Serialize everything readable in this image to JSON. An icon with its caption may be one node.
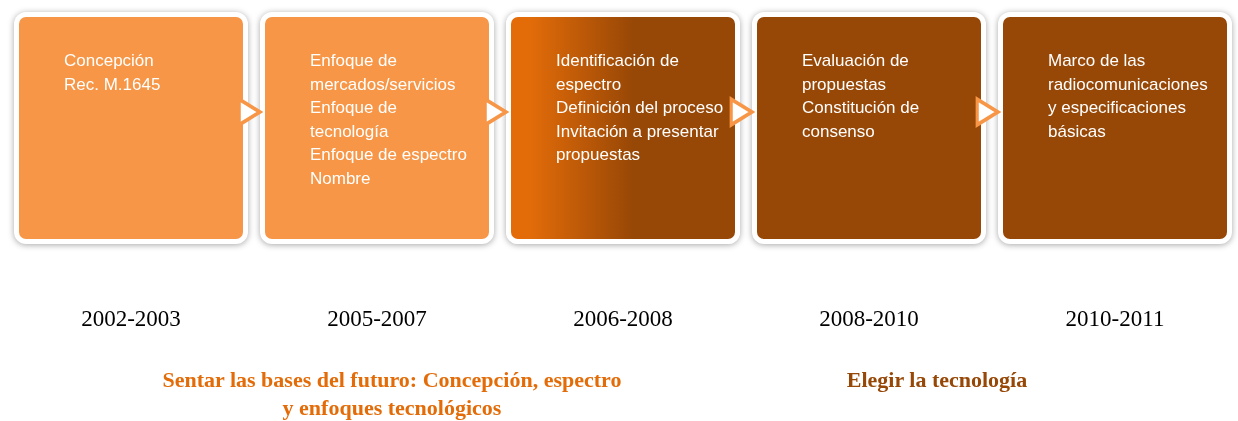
{
  "diagram": {
    "nodes": [
      {
        "text": [
          "Concepción",
          "Rec. M.1645"
        ],
        "beside": [
          "2002-2003"
        ]
      },
      {
        "text": [
          "Enfoque de mercados/servicios",
          "Enfoque de tecnología",
          "Enfoque de espectro",
          "Nombre"
        ],
        "beside": [
          "2005-2007"
        ]
      },
      {
        "text": [
          "Identificación de espectro",
          "Definición del proceso",
          "Invitación a presentar propuestas"
        ],
        "beside": [
          "2006-2008"
        ]
      },
      {
        "text": [
          "Evaluación de propuestas",
          "Constitución de consenso"
        ],
        "beside": [
          "2008-2010"
        ]
      },
      {
        "text": [
          "Marco de las radiocomunicaciones y especificaciones básicas"
        ],
        "beside": [
          "2010-2011"
        ]
      }
    ],
    "edges": [
      {
        "from": 0,
        "to": 1,
        "arrow": "to"
      },
      {
        "from": 1,
        "to": 2,
        "arrow": "to"
      },
      {
        "from": 2,
        "to": 3,
        "arrow": "to"
      },
      {
        "from": 3,
        "to": 4,
        "arrow": "to"
      }
    ],
    "labels": [
      "Sentar las bases del futuro: Concepción, espectro y enfoques tecnológicos",
      "Elegir la tecnología"
    ]
  }
}
